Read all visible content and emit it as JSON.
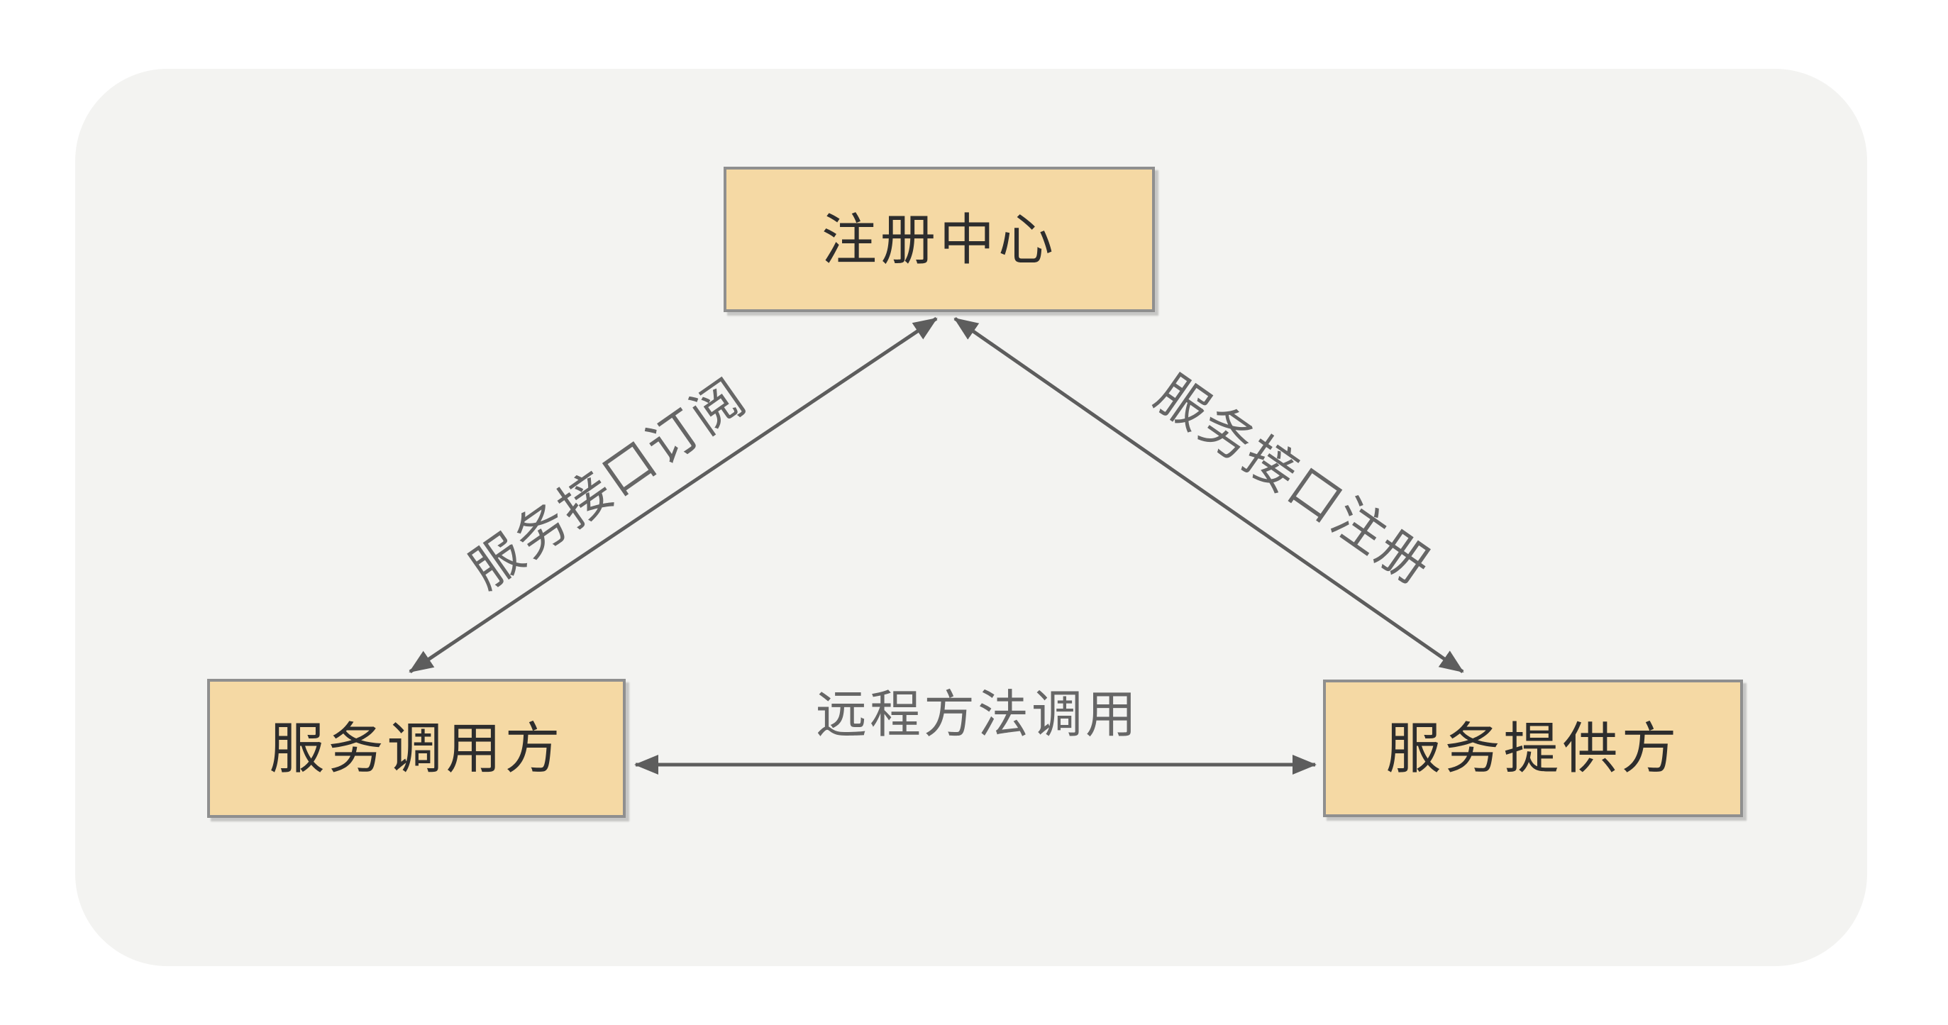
{
  "diagram": {
    "nodes": {
      "registry": {
        "label": "注册中心"
      },
      "consumer": {
        "label": "服务调用方"
      },
      "provider": {
        "label": "服务提供方"
      }
    },
    "edges": {
      "subscribe": {
        "label": "服务接口订阅",
        "from": "consumer",
        "to": "registry",
        "direction": "both"
      },
      "register": {
        "label": "服务接口注册",
        "from": "provider",
        "to": "registry",
        "direction": "both"
      },
      "rpc": {
        "label": "远程方法调用",
        "from": "consumer",
        "to": "provider",
        "direction": "both"
      }
    }
  },
  "theme": {
    "page-bg": "#ffffff",
    "panel-bg": "#f3f3f1",
    "node-fill": "#f5d9a4",
    "node-border": "#8f8f8f",
    "node-text": "#2d2d2d",
    "arrow-color": "#5d5d5d",
    "edge-label-color": "#666666"
  }
}
